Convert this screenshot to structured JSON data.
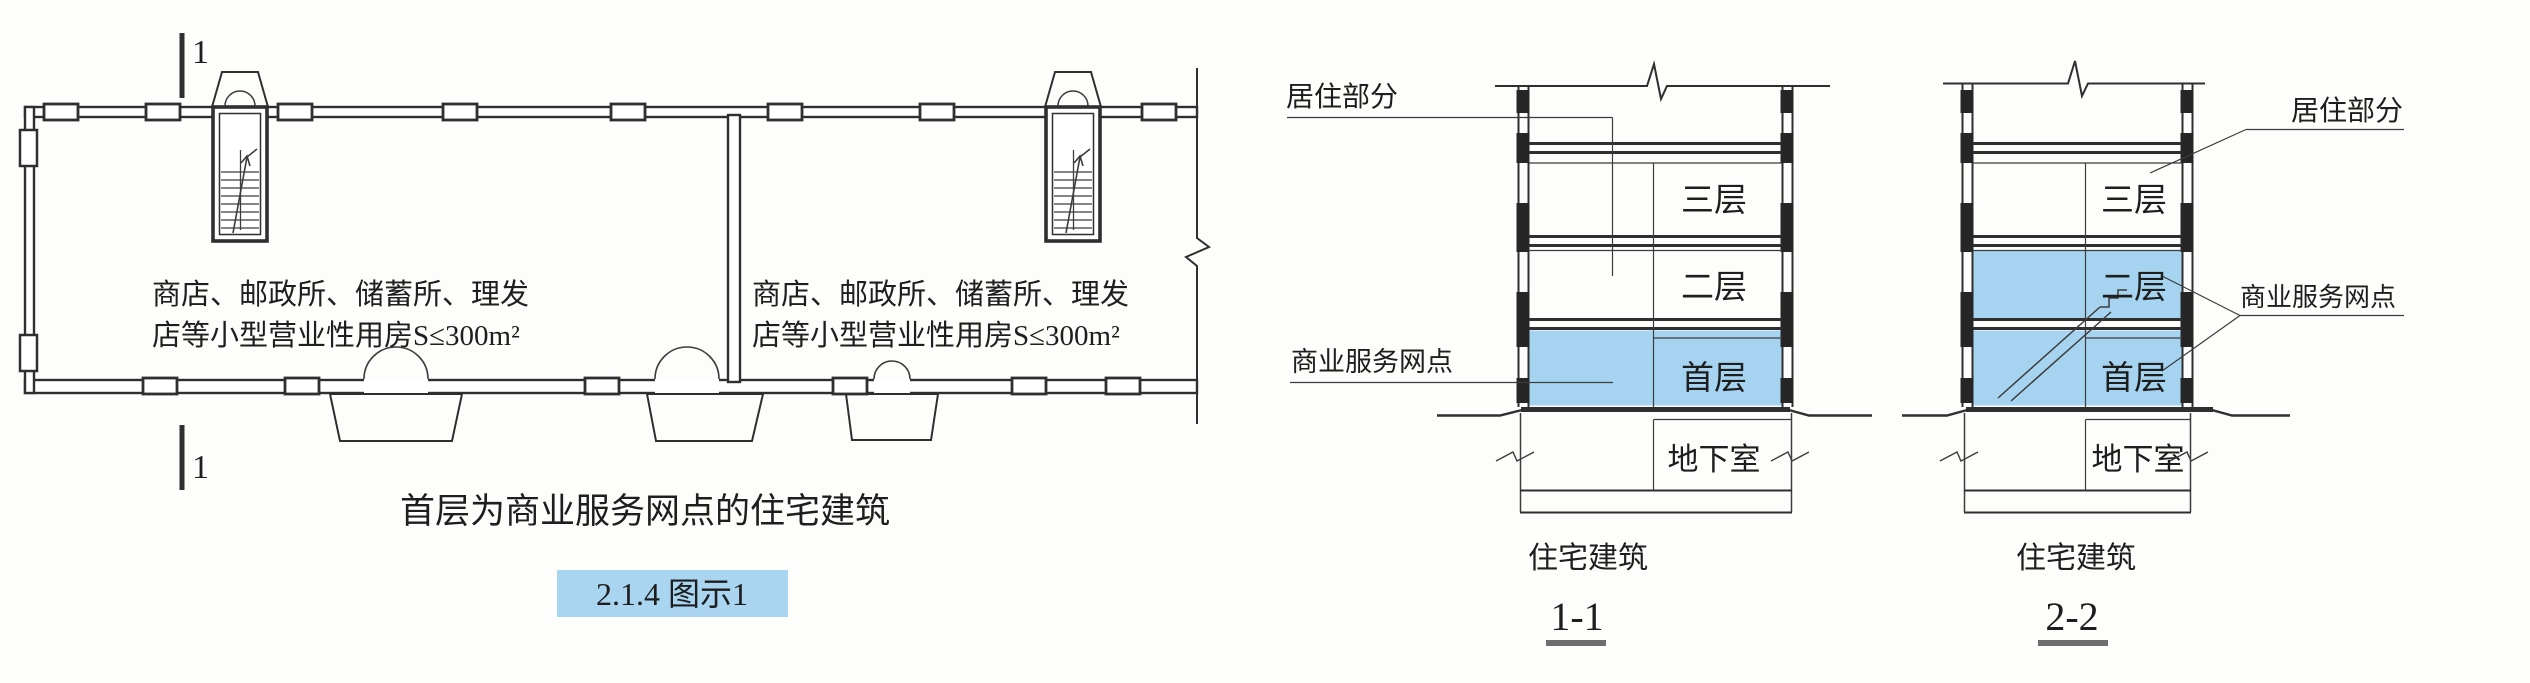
{
  "figure": {
    "caption": "首层为商业服务网点的住宅建筑",
    "badge": "2.1.4 图示1"
  },
  "colors": {
    "highlight_blue": "#a6d4f0",
    "badge_blue": "#a9d5f1",
    "line_dark": "#2f2f2f"
  },
  "plan": {
    "room1": {
      "line1": "商店、邮政所、储蓄所、理发",
      "line2": "店等小型营业性用房S≤300m²"
    },
    "room2": {
      "line1": "商店、邮政所、储蓄所、理发",
      "line2": "店等小型营业性用房S≤300m²"
    },
    "marker_top": "1",
    "marker_bottom": "1"
  },
  "sections": {
    "s11": {
      "residential_label": "居住部分",
      "commercial_label": "商业服务网点",
      "floors": {
        "third": "三层",
        "second": "二层",
        "first": "首层",
        "basement": "地下室"
      },
      "building_label": "住宅建筑",
      "name": "1-1"
    },
    "s22": {
      "residential_label": "居住部分",
      "commercial_label": "商业服务网点",
      "floors": {
        "third": "三层",
        "second": "二层",
        "first": "首层",
        "basement": "地下室"
      },
      "building_label": "住宅建筑",
      "name": "2-2"
    }
  }
}
